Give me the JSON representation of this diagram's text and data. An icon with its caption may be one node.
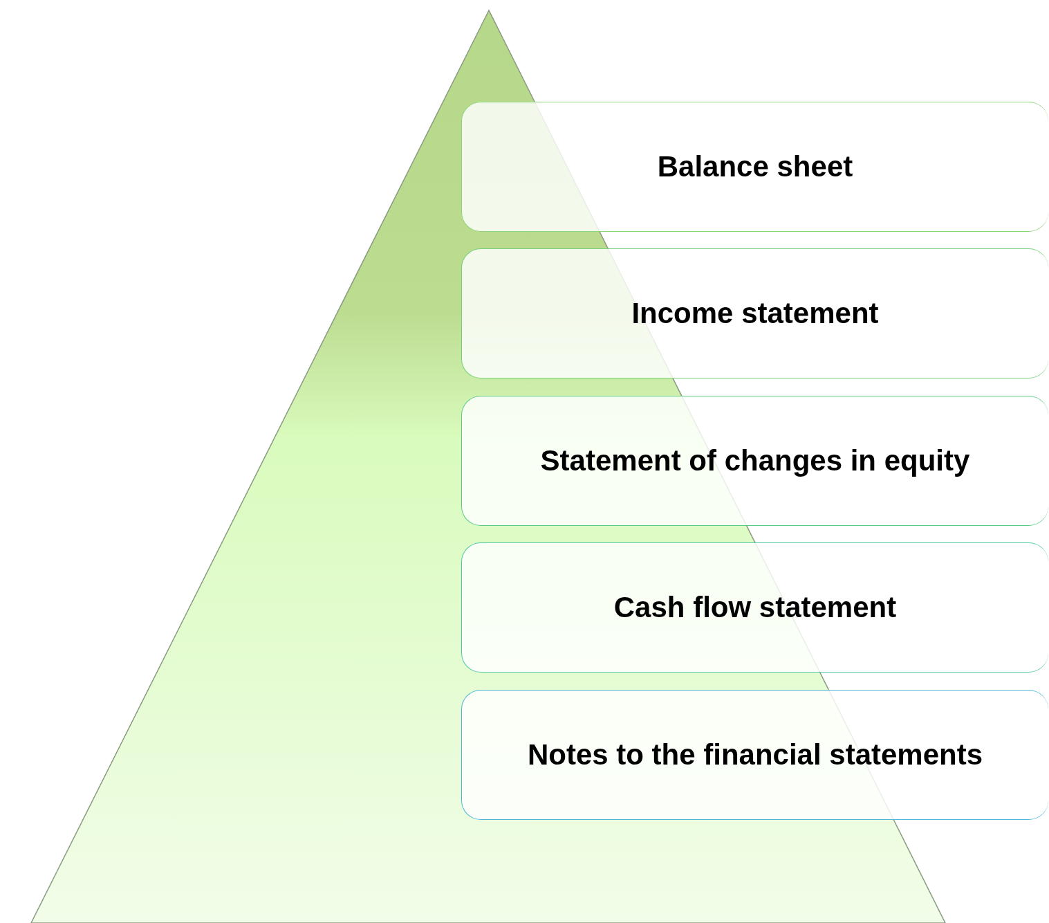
{
  "diagram": {
    "nodes": [
      {
        "text": [
          "Balance sheet"
        ]
      },
      {
        "text": [
          "Income statement"
        ]
      },
      {
        "text": [
          "Statement of changes in equity"
        ]
      },
      {
        "text": [
          "Cash flow statement"
        ]
      },
      {
        "text": [
          "Notes to the financial statements"
        ]
      }
    ]
  }
}
